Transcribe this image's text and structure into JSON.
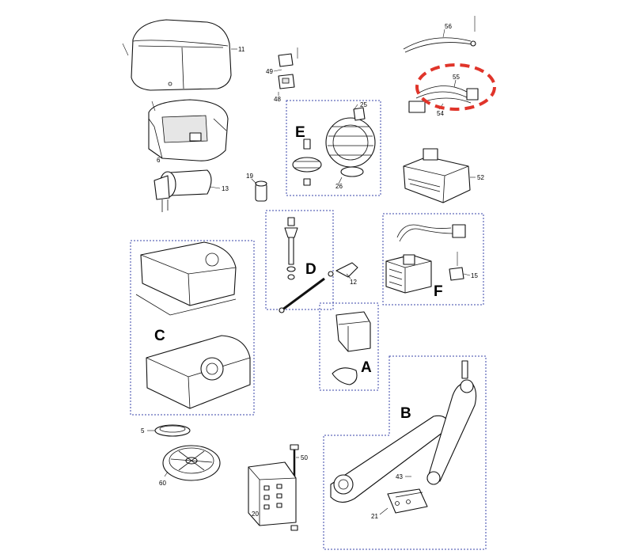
{
  "callouts": {
    "n11": "11",
    "n6": "6",
    "n13": "13",
    "n19": "19",
    "n49": "49",
    "n48": "48",
    "n25": "25",
    "n26": "26",
    "n56": "56",
    "n55": "55",
    "n54": "54",
    "n52": "52",
    "n12": "12",
    "n15": "15",
    "n5": "5",
    "n60": "60",
    "n50": "50",
    "n20": "20",
    "n43": "43",
    "n21": "21"
  },
  "groups": {
    "a": "A",
    "b": "B",
    "c": "C",
    "d": "D",
    "e": "E",
    "f": "F"
  },
  "colors": {
    "group_border": "#3a46a8",
    "highlight": "#e0342a"
  }
}
